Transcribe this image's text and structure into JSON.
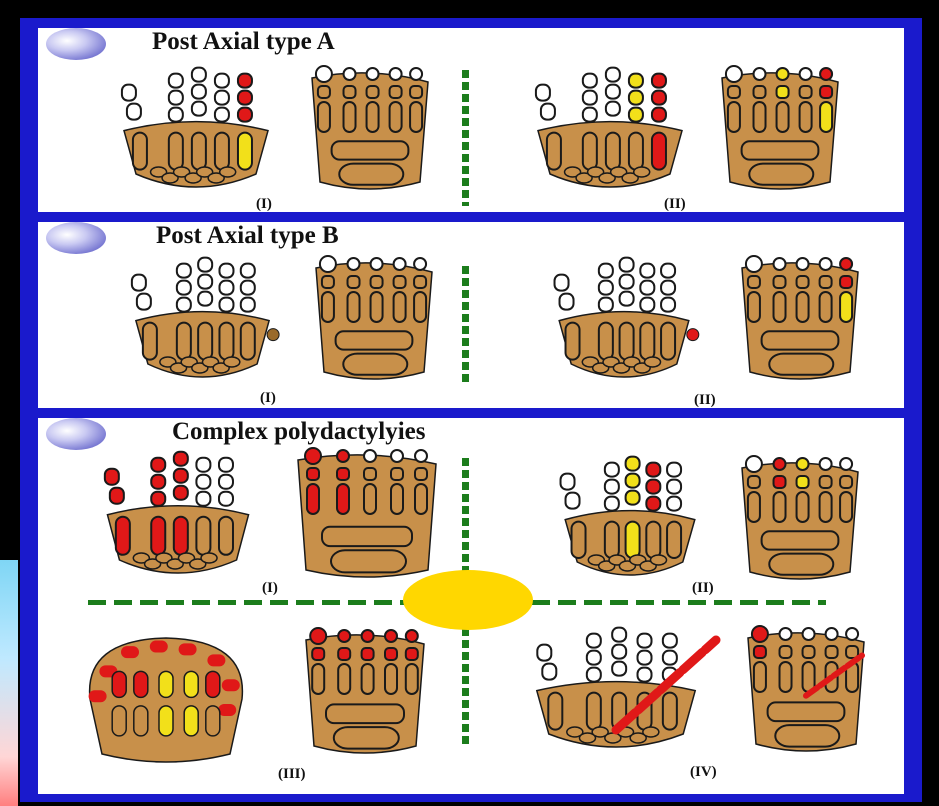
{
  "sections": {
    "type_a": {
      "title": "Post Axial type A",
      "labels": [
        "(I)",
        "(II)"
      ]
    },
    "type_b": {
      "title": "Post Axial type B",
      "labels": [
        "(I)",
        "(II)"
      ]
    },
    "complex": {
      "title": "Complex polydactylyies",
      "labels": [
        "(I)",
        "(II)",
        "(III)",
        "(IV)"
      ]
    }
  },
  "colors": {
    "frame": "#1a1acc",
    "panel": "#ffffff",
    "skin": "#c8904a",
    "bone_outline": "#1a1a1a",
    "extra_bone": "#e01818",
    "highlight_bone": "#f2e01a",
    "divider": "#1c7d1c",
    "center_disc": "#ffd700"
  },
  "icons": [
    "hand-skeleton-icon",
    "foot-skeleton-icon"
  ]
}
